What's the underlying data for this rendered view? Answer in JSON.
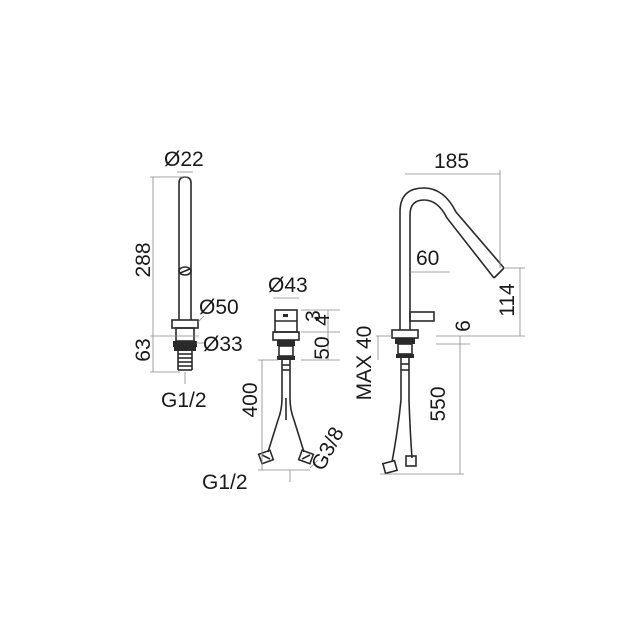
{
  "colors": {
    "line": "#2a2a2a",
    "dimension": "#888888",
    "text": "#1a1a1a",
    "background": "#ffffff"
  },
  "views": {
    "hand_shower": {
      "diameter_top": "Ø22",
      "height": "288",
      "diameter_flange": "Ø50",
      "diameter_base": "Ø33",
      "base_height": "63",
      "thread": "G1/2"
    },
    "mixer_control": {
      "diameter": "Ø43",
      "height": "50",
      "height_small": "3",
      "top_gap": "4",
      "hose_length": "400",
      "thread_left": "G1/2",
      "thread_right": "G3/8"
    },
    "spout": {
      "reach": "185",
      "lever_offset": "60",
      "outlet_height": "114",
      "max_deck": "MAX 40",
      "washer": "6",
      "hose_length": "550"
    }
  }
}
